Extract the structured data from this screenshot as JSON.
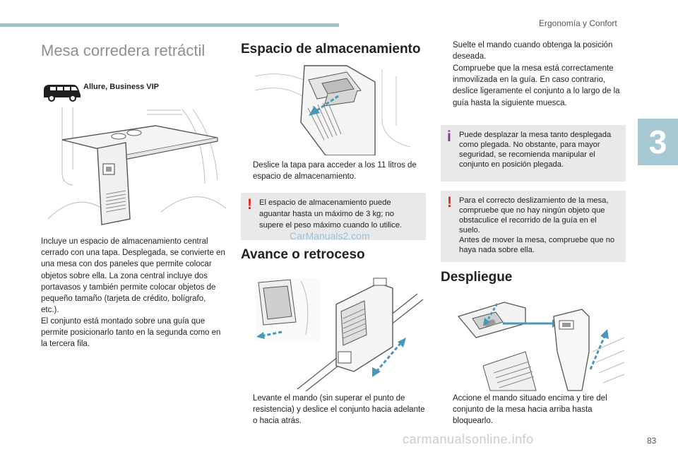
{
  "header": {
    "section": "Ergonomía y Confort",
    "chapter": "3"
  },
  "col1": {
    "title": "Mesa corredera retráctil",
    "badge": "Allure, Business VIP",
    "paragraphs": [
      "Incluye un espacio de almacenamiento central cerrado con una tapa. Desplegada, se convierte en una mesa con dos paneles que permite colocar objetos sobre ella. La zona central incluye dos portavasos y también permite colocar objetos de pequeño tamaño (tarjeta de crédito, bolígrafo, etc.).",
      "El conjunto está montado sobre una guía que permite posicionarlo tanto en la segunda como en la tercera fila."
    ]
  },
  "col2": {
    "storage_title": "Espacio de almacenamiento",
    "storage_bullet": "Deslice la tapa para acceder a los 11 litros de espacio de almacenamiento.",
    "storage_warning": "El espacio de almacenamiento puede aguantar hasta un máximo de 3 kg; no supere el peso máximo cuando lo utilice.",
    "move_title": "Avance o retroceso",
    "move_bullet": "Levante el mando (sin superar el punto de resistencia) y deslice el conjunto hacia adelante o hacia atrás."
  },
  "col3": {
    "bullets": [
      "Suelte el mando cuando obtenga la posición deseada.",
      "Compruebe que la mesa está correctamente inmovilizada en la guía. En caso contrario, deslice ligeramente el conjunto a lo largo de la guía hasta la siguiente muesca."
    ],
    "info_note": "Puede desplazar la mesa tanto desplegada como plegada. No obstante, para mayor seguridad, se recomienda manipular el conjunto en posición plegada.",
    "warning_note_1": "Para el correcto deslizamiento de la mesa, compruebe que no hay ningún objeto que obstaculice el recorrido de la guía en el suelo.",
    "warning_note_2": "Antes de mover la mesa, compruebe que no haya nada sobre ella.",
    "deploy_title": "Despliegue",
    "deploy_bullet": "Accione el mando situado encima y tire del conjunto de la mesa hacia arriba hasta bloquearlo."
  },
  "symbols": {
    "bullet": "",
    "warning": "!",
    "info": "i"
  },
  "footer": {
    "page": "83",
    "watermark_1": "CarManuals2.com",
    "watermark_2": "carmanualsonline.info"
  },
  "colors": {
    "accent": "#9cc3cf",
    "tab": "#a7c9d3",
    "warning": "#e2231a",
    "info": "#7a3d91",
    "arrow": "#4a97b8",
    "note_bg": "#e9e9e9"
  }
}
